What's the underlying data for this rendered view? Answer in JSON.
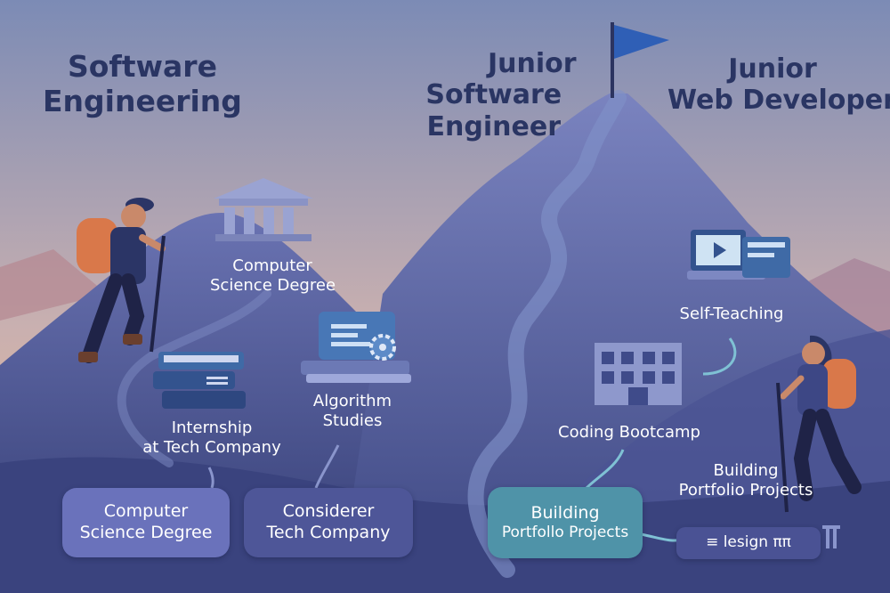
{
  "titles": {
    "left": [
      "Software",
      "Engineering"
    ],
    "center": [
      "Junior",
      "Software",
      "Engineer"
    ],
    "right": [
      "Junior",
      "Web Developer"
    ]
  },
  "left_path": {
    "degree": [
      "Computer",
      "Science Degree"
    ],
    "internship": [
      "Internship",
      "at Tech Company"
    ],
    "algorithms": [
      "Algorithm",
      "Studies"
    ]
  },
  "right_path": {
    "self_teaching": "Self-Teaching",
    "bootcamp": "Coding Bootcamp",
    "portfolio": [
      "Building",
      "Portfolio Projects"
    ]
  },
  "cards": {
    "degree": [
      "Computer",
      "Science Degree"
    ],
    "company": [
      "Considerer",
      "Tech Company"
    ],
    "portfolio": [
      "Building",
      "Portfollo Projects"
    ],
    "design": "≡ lesign ππ"
  },
  "colors": {
    "sky_top": "#7c8bb5",
    "sky_bottom": "#f0b98a",
    "mountain": "#565f9e",
    "title": "#2a3563",
    "flag": "#2f5fb6",
    "backpack": "#d9784a"
  },
  "icons": {
    "university": "university-building-icon",
    "books": "book-stack-icon",
    "algorithm": "code-gear-icon",
    "laptop": "laptop-video-icon",
    "bootcamp": "office-building-icon",
    "flag": "summit-flag-icon",
    "hiker_left": "hiker-left-icon",
    "hiker_right": "hiker-right-icon"
  }
}
